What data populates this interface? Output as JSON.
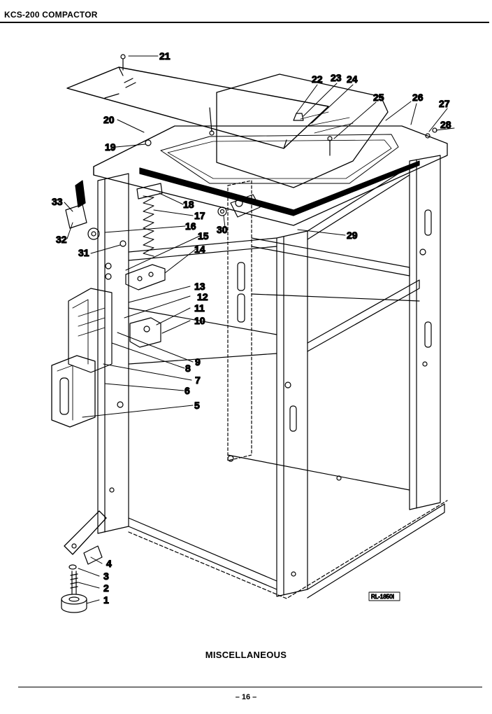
{
  "header": {
    "title": "KCS-200 COMPACTOR"
  },
  "diagram": {
    "caption": "MISCELLANEOUS",
    "ref_code": "RL-1850I",
    "callouts": [
      "1",
      "2",
      "3",
      "4",
      "5",
      "6",
      "7",
      "8",
      "9",
      "10",
      "11",
      "12",
      "13",
      "14",
      "15",
      "16",
      "17",
      "18",
      "19",
      "20",
      "21",
      "22",
      "23",
      "24",
      "25",
      "26",
      "27",
      "28",
      "29",
      "30",
      "31",
      "32",
      "33"
    ]
  },
  "footer": {
    "page_number": "– 16 –"
  }
}
